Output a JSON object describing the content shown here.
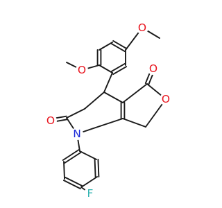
{
  "diagram": {
    "kind": "chemical-structure",
    "atom_labels": {
      "o_methoxy_top": "O",
      "o_methoxy_left": "O",
      "o_ketone": "O",
      "o_ring": "O",
      "o_lactam": "O",
      "n_ring": "N",
      "f_fluoro": "F"
    },
    "colors": {
      "bond": "#1a1a1a",
      "oxygen": "#e8141e",
      "nitrogen": "#1b2ad8",
      "fluorine": "#2fb3b0",
      "background": "#ffffff"
    }
  }
}
